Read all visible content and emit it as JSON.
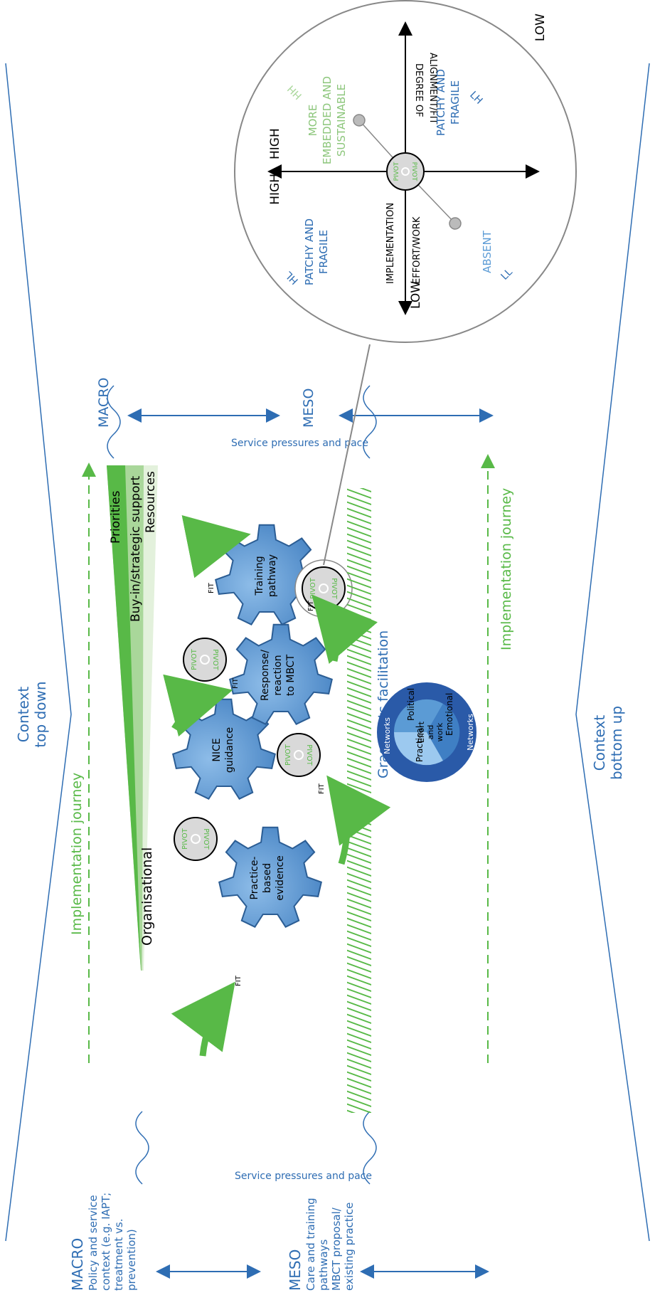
{
  "levels": {
    "macro_short": "MACRO",
    "meso_short": "MESO",
    "macro_title": "MACRO",
    "macro_desc": [
      "Policy and service",
      "context  (e.g. IAPT;",
      "treatment vs.",
      "prevention)"
    ],
    "meso_title": "MESO",
    "meso_desc": [
      "Care and training",
      "pathways",
      "MBCT proposal/",
      "existing practice"
    ]
  },
  "service_pressures": "Service pressures and pace",
  "context_top": [
    "Context",
    "top down"
  ],
  "context_bottom": [
    "Context",
    "bottom up"
  ],
  "implementation_journey": "Implementation journey",
  "wedge": {
    "organisational": "Organisational",
    "priorities": "Priorities",
    "buyin": "Buy-in/strategic support",
    "resources": "Resources"
  },
  "gears": [
    [
      "Practice-",
      "based",
      "evidence"
    ],
    [
      "NICE",
      "guidance"
    ],
    [
      "Response/",
      "reaction",
      "to MBCT"
    ],
    [
      "Training",
      "pathway"
    ]
  ],
  "pivot_label": "PIVOT",
  "fit_label": "FIT",
  "grassroots": "Grassroots facilitation",
  "effort": {
    "networks": "Networks",
    "political": "Political",
    "emotional": "Emotional",
    "practical": "Practical",
    "center": [
      "Effort",
      "and",
      "work"
    ]
  },
  "quadrant": {
    "high_left": "HIGH",
    "low_right": "LOW",
    "high_top": "HIGH",
    "low_bottom": "LOW",
    "x_axis_label": [
      "IMPLEMENTATION",
      "EFFORT/WORK"
    ],
    "y_axis_label": [
      "DEGREE OF",
      "ALIGNMENT/FIT"
    ],
    "q_hh_code": "HH",
    "q_hh": [
      "MORE",
      "EMBEDDED AND",
      "SUSTAINABLE"
    ],
    "q_lh_code": "LH",
    "q_lh": [
      "PATCHY AND",
      "FRAGILE"
    ],
    "q_hl_code": "HL",
    "q_hl": [
      "PATCHY AND",
      "FRAGILE"
    ],
    "q_ll_code": "LL",
    "q_ll": [
      "ABSENT"
    ]
  },
  "colors": {
    "blue": "#2e6db3",
    "green": "#58b947",
    "gear": "#5b9bd5",
    "dark_blue": "#2a5aa8"
  }
}
